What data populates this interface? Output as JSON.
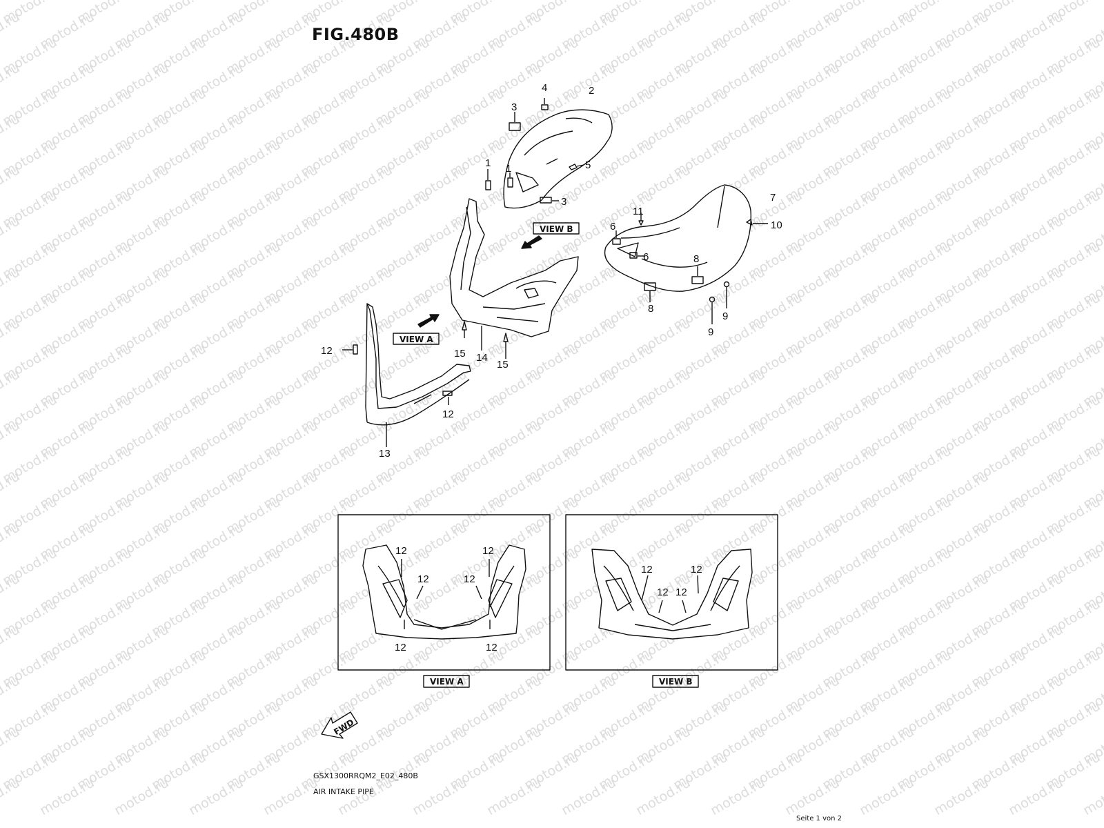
{
  "figure": {
    "title": "FIG.480B"
  },
  "watermark": {
    "text": "motod.ru"
  },
  "callouts": {
    "c1a": "1",
    "c1b": "1",
    "c2": "2",
    "c3a": "3",
    "c3b": "3",
    "c4": "4",
    "c5": "5",
    "c6a": "6",
    "c6b": "6",
    "c7": "7",
    "c8a": "8",
    "c8b": "8",
    "c9a": "9",
    "c9b": "9",
    "c10": "10",
    "c11": "11",
    "c12a": "12",
    "c12b": "12",
    "c13": "13",
    "c14": "14",
    "c15a": "15",
    "c15b": "15"
  },
  "views": {
    "view_a_label": "VIEW A",
    "view_b_label": "VIEW B",
    "view_a_callouts": [
      "12",
      "12",
      "12",
      "12",
      "12",
      "12"
    ],
    "view_b_callouts": [
      "12",
      "12",
      "12",
      "12"
    ]
  },
  "fwd": {
    "label": "FWD"
  },
  "footer": {
    "code": "GSX1300RRQM2_E02_480B",
    "name": "AIR INTAKE PIPE",
    "page": "Seite 1 von 2"
  }
}
